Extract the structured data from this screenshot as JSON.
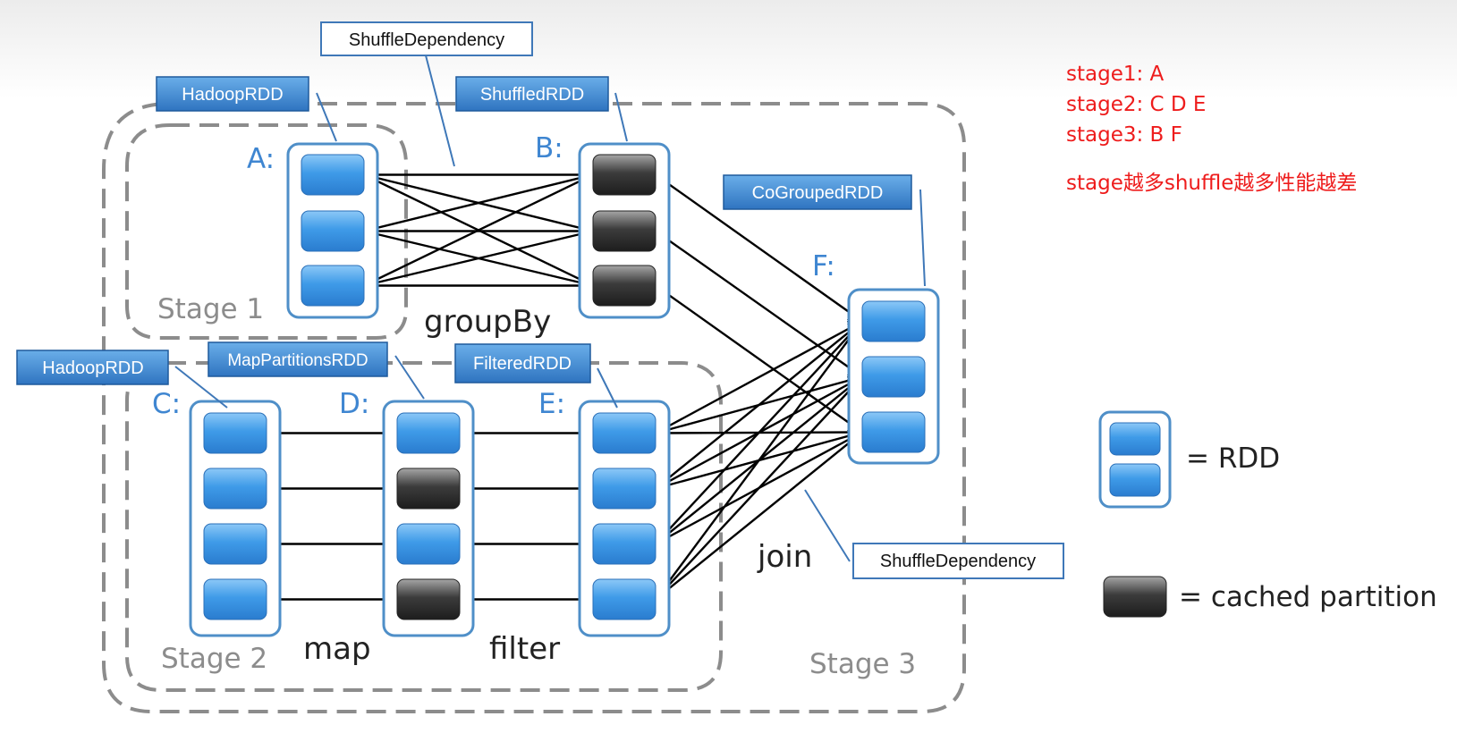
{
  "diagram": {
    "rdd_names": {
      "A": "A:",
      "B": "B:",
      "C": "C:",
      "D": "D:",
      "E": "E:",
      "F": "F:"
    },
    "class_labels": {
      "hadoop_top": "HadoopRDD",
      "shuffled": "ShuffledRDD",
      "cogrouped": "CoGroupedRDD",
      "hadoop_left": "HadoopRDD",
      "mappartitions": "MapPartitionsRDD",
      "filtered": "FilteredRDD",
      "shuffle_dep_top": "ShuffleDependency",
      "shuffle_dep_join": "ShuffleDependency"
    },
    "operations": {
      "groupBy": "groupBy",
      "map": "map",
      "filter": "filter",
      "join": "join"
    },
    "stages": {
      "stage1": "Stage 1",
      "stage2": "Stage 2",
      "stage3": "Stage 3"
    },
    "legend": {
      "rdd": "= RDD",
      "cached": "= cached partition"
    },
    "cached_partitions": {
      "B": [
        0,
        1,
        2
      ],
      "D": [
        1,
        3
      ]
    },
    "colors": {
      "container_border": "#4f8fc8",
      "partition": "#3f9be8",
      "cached": "#333333",
      "label_bg": "#3f86d1",
      "stage_dash": "#8c8c8c",
      "text": "#222222",
      "rdd_letter": "#3f86d1",
      "notes": "#ee1c1c"
    }
  },
  "notes": {
    "line1": "stage1: A",
    "line2": "stage2: C D E",
    "line3": "stage3: B F",
    "line4": "stage越多shuffle越多性能越差"
  }
}
